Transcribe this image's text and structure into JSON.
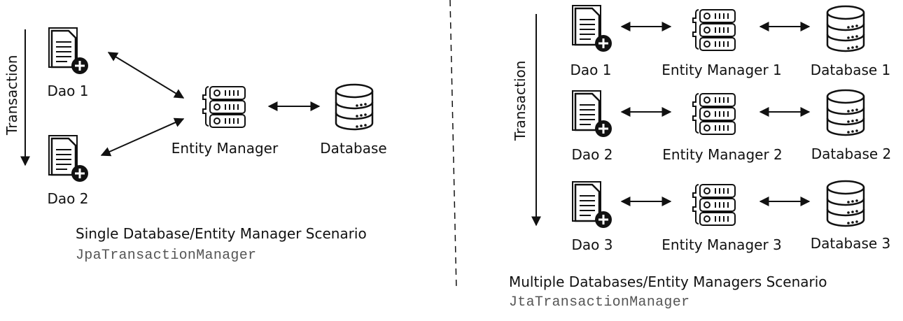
{
  "left": {
    "transaction_label": "Transaction",
    "dao1": "Dao 1",
    "dao2": "Dao 2",
    "entity_manager": "Entity Manager",
    "database": "Database",
    "scenario_title": "Single Database/Entity Manager Scenario",
    "manager_class": "JpaTransactionManager"
  },
  "right": {
    "transaction_label": "Transaction",
    "rows": [
      {
        "dao": "Dao 1",
        "entity_manager": "Entity Manager 1",
        "database": "Database 1"
      },
      {
        "dao": "Dao 2",
        "entity_manager": "Entity Manager 2",
        "database": "Database 2"
      },
      {
        "dao": "Dao 3",
        "entity_manager": "Entity Manager 3",
        "database": "Database 3"
      }
    ],
    "scenario_title": "Multiple Databases/Entity Managers Scenario",
    "manager_class": "JtaTransactionManager"
  },
  "icons": [
    "document-add-icon",
    "server-gear-icon",
    "database-icon"
  ]
}
